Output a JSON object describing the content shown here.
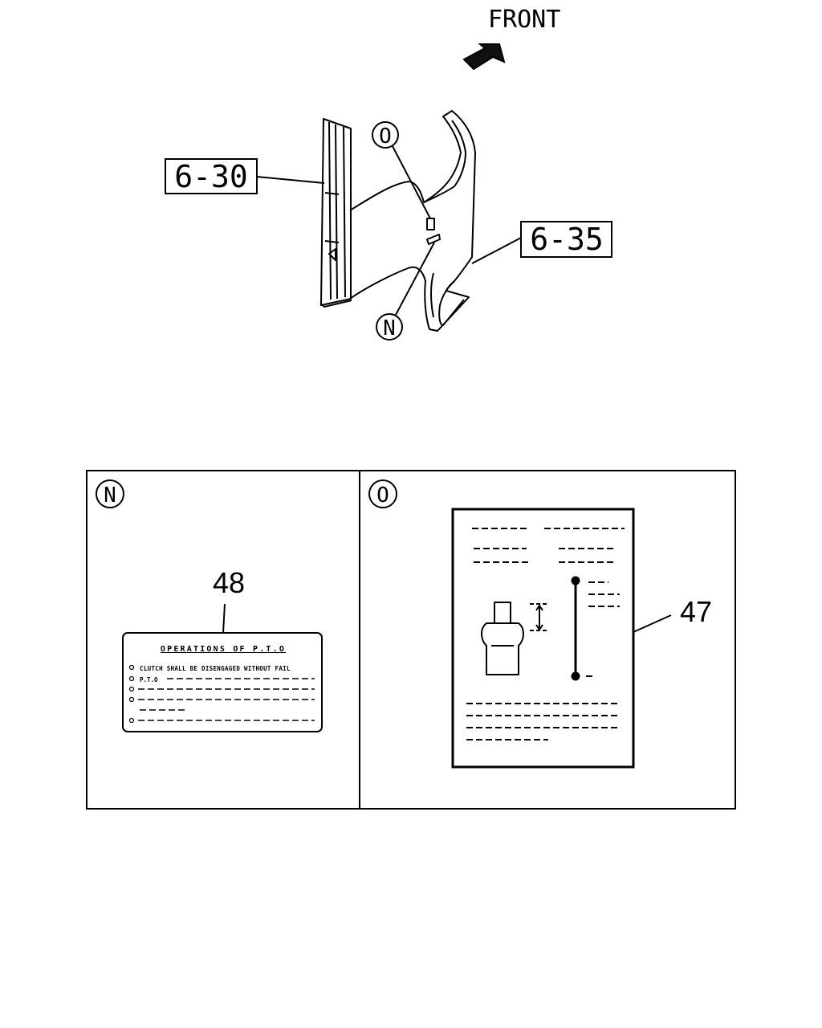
{
  "direction_label": "FRONT",
  "callouts": {
    "door_frame_ref": "6-30",
    "door_panel_ref": "6-35",
    "marker_o": "O",
    "marker_n": "N"
  },
  "detail_n": {
    "marker": "N",
    "part_number": "48",
    "label_title": "OPERATIONS OF P.T.O",
    "label_line_1": "CLUTCH SHALL BE DISENGAGED WITHOUT FAIL",
    "label_line_2": "P.T.O"
  },
  "detail_o": {
    "marker": "O",
    "part_number": "47"
  }
}
